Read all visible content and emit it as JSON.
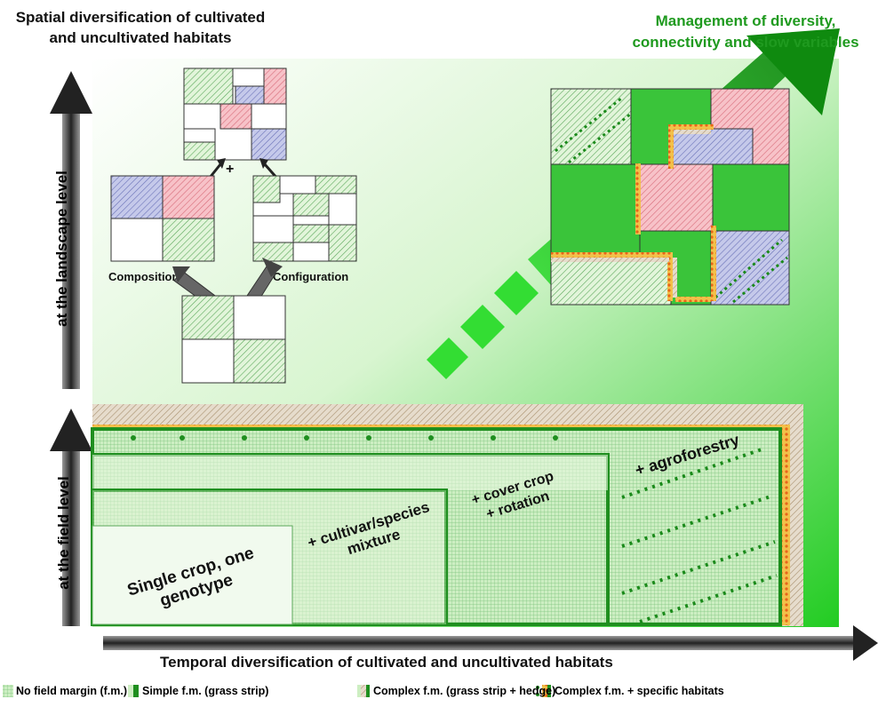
{
  "titles": {
    "left_line1": "Spatial diversification of cultivated",
    "left_line2": "and uncultivated habitats",
    "right_line1": "Management of diversity,",
    "right_line2": "connectivity and slow variables",
    "x_axis": "Temporal diversification of cultivated and uncultivated habitats"
  },
  "axes": {
    "landscape": "at the landscape level",
    "field": "at the field level"
  },
  "landscape": {
    "composition": "Composition",
    "configuration": "Configuration",
    "plus": "+"
  },
  "field": {
    "single": [
      "Single crop, one",
      "genotype"
    ],
    "mixture": [
      "+ cultivar/species",
      "mixture"
    ],
    "cover": [
      "+ cover crop",
      "+ rotation"
    ],
    "agro": "+ agroforestry"
  },
  "legend": [
    {
      "label": "No field margin (f.m.)",
      "icon": "no-margin-swatch"
    },
    {
      "label": "Simple f.m. (grass strip)",
      "icon": "grass-strip-swatch"
    },
    {
      "label": "Complex f.m. (grass strip + hedge)",
      "icon": "hedge-swatch"
    },
    {
      "label": "Complex f.m. + specific habitats",
      "icon": "specific-habitat-swatch"
    }
  ],
  "colors": {
    "green_dark": "#1f8f1f",
    "green_bright": "#22cc22",
    "pink": "#f2a0aa",
    "blue": "#a0a8d8",
    "orange": "#f5a623",
    "tan": "#c8b49a"
  }
}
